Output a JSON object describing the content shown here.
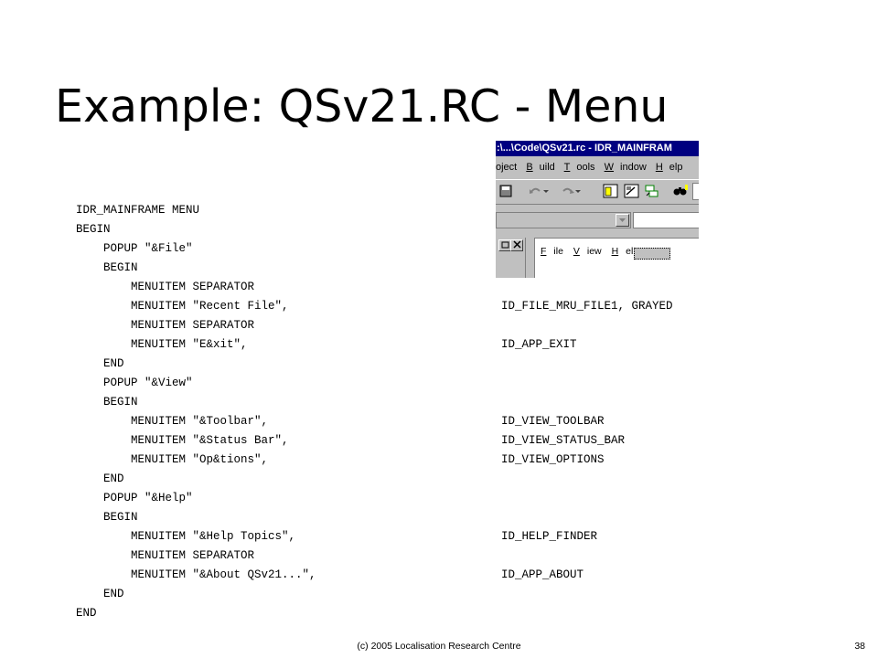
{
  "slide": {
    "title": "Example: QSv21.RC - Menu",
    "footer": "(c) 2005 Localisation Research Centre",
    "page_number": "38"
  },
  "code_lines": [
    {
      "text": "IDR_MAINFRAME MENU",
      "right": ""
    },
    {
      "text": "BEGIN",
      "right": ""
    },
    {
      "text": "    POPUP \"&File\"",
      "right": ""
    },
    {
      "text": "    BEGIN",
      "right": ""
    },
    {
      "text": "        MENUITEM SEPARATOR",
      "right": ""
    },
    {
      "text": "        MENUITEM \"Recent File\",",
      "right": "ID_FILE_MRU_FILE1, GRAYED"
    },
    {
      "text": "        MENUITEM SEPARATOR",
      "right": ""
    },
    {
      "text": "        MENUITEM \"E&xit\",",
      "right": "ID_APP_EXIT"
    },
    {
      "text": "    END",
      "right": ""
    },
    {
      "text": "    POPUP \"&View\"",
      "right": ""
    },
    {
      "text": "    BEGIN",
      "right": ""
    },
    {
      "text": "        MENUITEM \"&Toolbar\",",
      "right": "ID_VIEW_TOOLBAR"
    },
    {
      "text": "        MENUITEM \"&Status Bar\",",
      "right": "ID_VIEW_STATUS_BAR"
    },
    {
      "text": "        MENUITEM \"Op&tions\",",
      "right": "ID_VIEW_OPTIONS"
    },
    {
      "text": "    END",
      "right": ""
    },
    {
      "text": "    POPUP \"&Help\"",
      "right": ""
    },
    {
      "text": "    BEGIN",
      "right": ""
    },
    {
      "text": "        MENUITEM \"&Help Topics\",",
      "right": "ID_HELP_FINDER"
    },
    {
      "text": "        MENUITEM SEPARATOR",
      "right": ""
    },
    {
      "text": "        MENUITEM \"&About QSv21...\",",
      "right": "ID_APP_ABOUT"
    },
    {
      "text": "    END",
      "right": ""
    },
    {
      "text": "END",
      "right": ""
    }
  ],
  "screenshot": {
    "window_title": ":\\...\\Code\\QSv21.rc - IDR_MAINFRAM",
    "menubar": [
      "oject",
      "Build",
      "Tools",
      "Window",
      "Help"
    ],
    "toolbar_icons": [
      "save-icon",
      "undo-icon",
      "redo-icon",
      "workspace-icon",
      "output-icon",
      "windows-icon",
      "find-in-files-icon"
    ],
    "inner_menu": [
      "File",
      "View",
      "Help"
    ],
    "colors": {
      "titlebar": "#000080",
      "chrome": "#c0c0c0"
    }
  }
}
